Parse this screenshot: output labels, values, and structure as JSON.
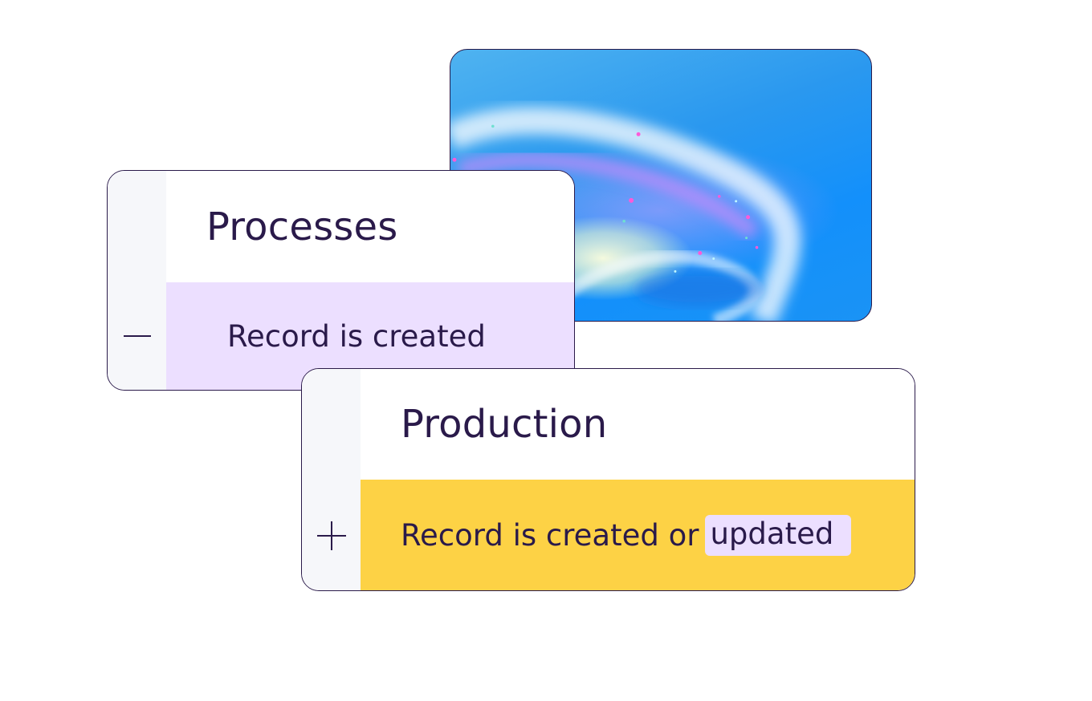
{
  "processes_card": {
    "title": "Processes",
    "trigger": "Record is created",
    "toggle_icon": "minus-icon"
  },
  "production_card": {
    "title": "Production",
    "trigger_prefix": "Record is created or",
    "trigger_highlight": "updated",
    "toggle_icon": "plus-icon"
  },
  "colors": {
    "ink": "#2a1a4a",
    "lavender": "#ecdfff",
    "yellow": "#fdd245",
    "rail": "#f6f7fa",
    "sky_blue": "#1390fb"
  }
}
